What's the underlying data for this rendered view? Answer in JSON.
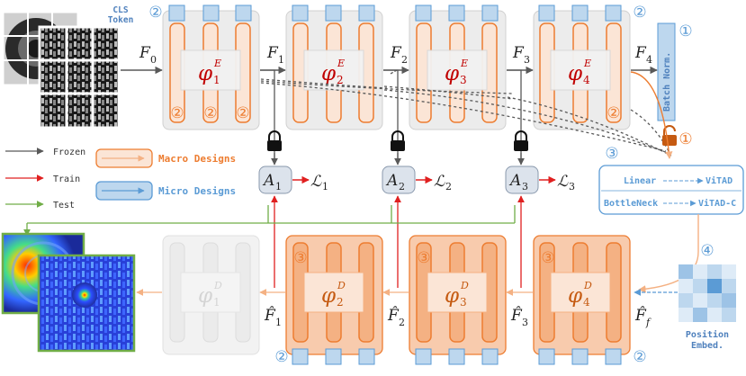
{
  "cls_token": {
    "line1": "CLS",
    "line2": "Token"
  },
  "features": {
    "f0": "F",
    "f0_sub": "0",
    "f1": "F",
    "f1_sub": "1",
    "f2": "F",
    "f2_sub": "2",
    "f3": "F",
    "f3_sub": "3",
    "f4": "F",
    "f4_sub": "4"
  },
  "encoders": [
    {
      "phi": "φ",
      "sub": "1",
      "sup": "E"
    },
    {
      "phi": "φ",
      "sub": "2",
      "sup": "E"
    },
    {
      "phi": "φ",
      "sub": "3",
      "sup": "E"
    },
    {
      "phi": "φ",
      "sub": "4",
      "sup": "E"
    }
  ],
  "decoders": [
    {
      "phi": "φ",
      "sub": "1",
      "sup": "D"
    },
    {
      "phi": "φ",
      "sub": "2",
      "sup": "D"
    },
    {
      "phi": "φ",
      "sub": "3",
      "sup": "D"
    },
    {
      "phi": "φ",
      "sub": "4",
      "sup": "D"
    }
  ],
  "adapters": [
    {
      "a": "A",
      "sub": "1",
      "loss": "ℒ",
      "loss_sub": "1"
    },
    {
      "a": "A",
      "sub": "2",
      "loss": "ℒ",
      "loss_sub": "2"
    },
    {
      "a": "A",
      "sub": "3",
      "loss": "ℒ",
      "loss_sub": "3"
    }
  ],
  "recon_features": {
    "f1": "F̂",
    "f1_sub": "1",
    "f2": "F̂",
    "f2_sub": "2",
    "f3": "F̂",
    "f3_sub": "3",
    "ff": "F̂",
    "ff_sub": "f"
  },
  "batch_norm": "Batch Norm.",
  "legend": {
    "frozen": "Frozen",
    "train": "Train",
    "test": "Test",
    "macro": "Macro Designs",
    "micro": "Micro Designs"
  },
  "variants": {
    "linear": "Linear",
    "vitad": "ViTAD",
    "bottleneck": "BottleNeck",
    "vitad_c": "ViTAD-C"
  },
  "position_embed": {
    "line1": "Position",
    "line2": "Embed."
  },
  "markers": {
    "one": "①",
    "two": "②",
    "three": "③",
    "four": "④"
  },
  "colors": {
    "orange": "#ed7d31",
    "blue": "#5b9bd5",
    "light_blue": "#bdd7ee",
    "red_text": "#c00000",
    "gray_block": "#ececec",
    "frozen_arrow": "#595959",
    "train_arrow": "#e02020",
    "test_arrow": "#70ad47"
  }
}
